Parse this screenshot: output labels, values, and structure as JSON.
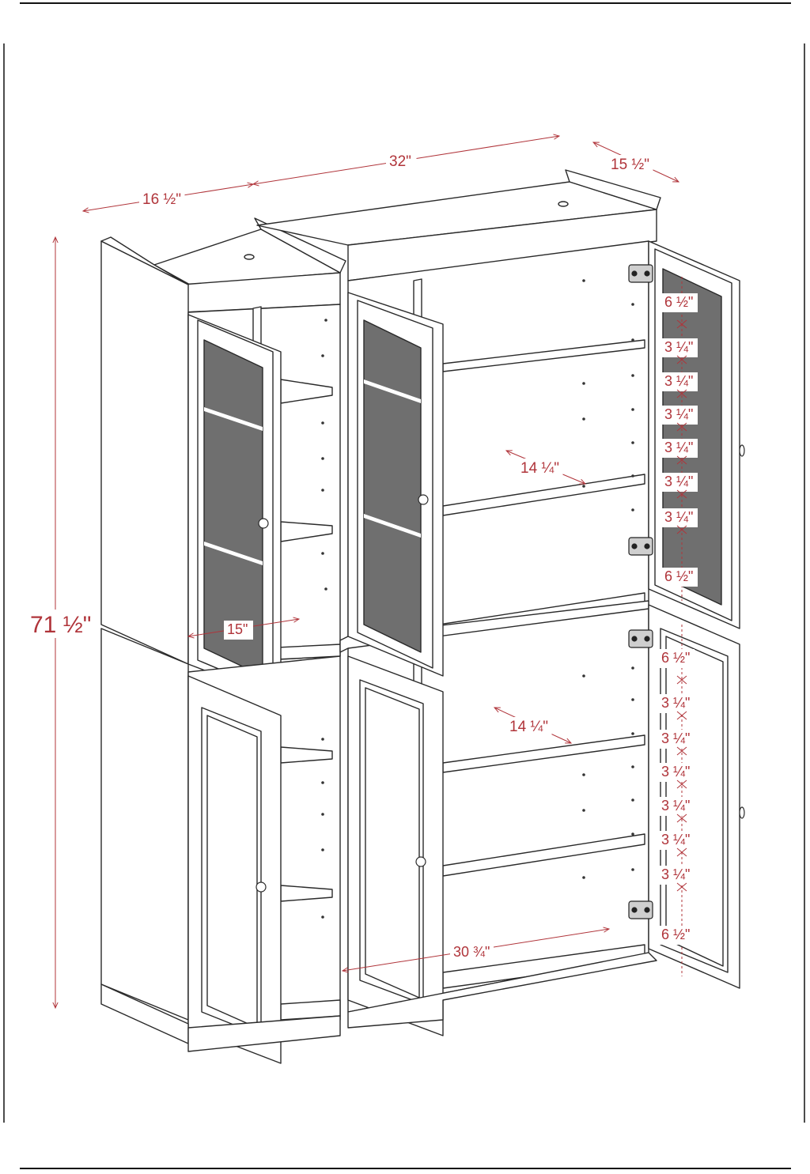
{
  "colors": {
    "line": "#2a2a2a",
    "dimension": "#b0343a",
    "glass": "#6f6f6f",
    "panel": "#ffffff",
    "frame": "#111111"
  },
  "dimensions": {
    "width_left": "16 ½\"",
    "width_total": "32\"",
    "depth": "15 ½\"",
    "height": "71 ½\"",
    "left_interior_width": "15\"",
    "upper_shelf_width": "14 ¼\"",
    "lower_shelf_width": "14 ¼\"",
    "base_width": "30 ¾\"",
    "upper_spacings": [
      "6 ½\"",
      "3 ¼\"",
      "3 ¼\"",
      "3 ¼\"",
      "3 ¼\"",
      "3 ¼\"",
      "3 ¼\"",
      "6 ½\""
    ],
    "lower_spacings": [
      "6 ½\"",
      "3 ¼\"",
      "3 ¼\"",
      "3 ¼\"",
      "3 ¼\"",
      "3 ¼\"",
      "3 ¼\"",
      "6 ½\""
    ]
  },
  "icons": [
    "hinge-icon",
    "knob-icon",
    "arrow-icon"
  ]
}
